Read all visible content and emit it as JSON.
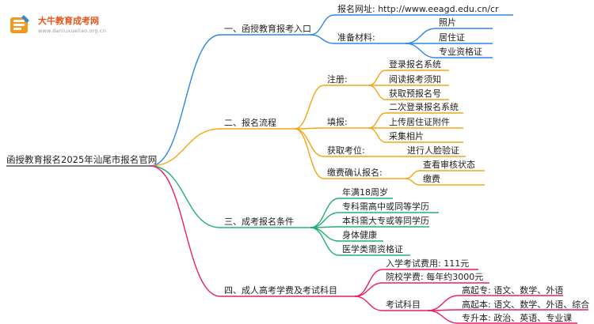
{
  "logo": {
    "title": "大牛教育成考网",
    "subtitle": "www.daniuxueliao.org.cn",
    "colors": {
      "primary": "#f39a1e",
      "secondary": "#3a86d0"
    }
  },
  "root": "函授教育报名2025年汕尾市报名官网",
  "branches": [
    {
      "label": "一、函授教育报考入口",
      "color": "#2f86e6",
      "groups": [
        {
          "label": "报名网址: http://www.eeagd.edu.cn/cr",
          "items": []
        },
        {
          "label": "准备材料:",
          "items": [
            "照片",
            "居住证",
            "专业资格证"
          ]
        }
      ]
    },
    {
      "label": "二、报名流程",
      "color": "#f2a516",
      "groups": [
        {
          "label": "注册:",
          "items": [
            "登录报名系统",
            "阅读报考须知",
            "获取预报名号"
          ]
        },
        {
          "label": "填报:",
          "items": [
            "二次登录报名系统",
            "上传居住证附件",
            "采集相片"
          ]
        },
        {
          "label": "获取考位:",
          "items": [
            "进行人脸验证"
          ]
        },
        {
          "label": "缴费确认报名:",
          "items": [
            "查看审核状态",
            "缴费"
          ]
        }
      ]
    },
    {
      "label": "三、成考报名条件",
      "color": "#22b070",
      "groups": [
        {
          "label": "年满18周岁",
          "items": []
        },
        {
          "label": "专科需高中或同等学历",
          "items": []
        },
        {
          "label": "本科需大专或等同学历",
          "items": []
        },
        {
          "label": "身体健康",
          "items": []
        },
        {
          "label": "医学类需资格证",
          "items": []
        }
      ]
    },
    {
      "label": "四、成人高考学费及考试科目",
      "color": "#ea1f6a",
      "groups": [
        {
          "label": "入学考试费用: 111元",
          "items": []
        },
        {
          "label": "院校学费: 每年约3000元",
          "items": []
        },
        {
          "label": "考试科目",
          "items": [
            "高起专: 语文、数学、外语",
            "高起本: 语文、数学、外语、综合",
            "专升本: 政治、英语、专业课"
          ]
        }
      ]
    }
  ]
}
